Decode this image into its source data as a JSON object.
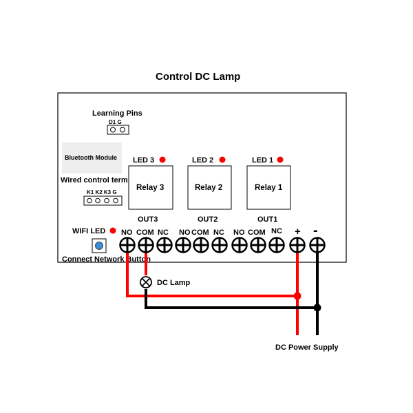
{
  "title": "Control DC Lamp",
  "board": {
    "learning_pins": {
      "label": "Learning Pins",
      "pins_label": "D1  G"
    },
    "bluetooth_module": "Bluetooth Module",
    "wired_terminals": {
      "label": "Wired control terminals",
      "pins_label": "K1 K2  K3  G"
    },
    "wifi_led": "WIFI LED",
    "connect_button": "Connect Network Button",
    "relays": [
      {
        "led": "LED 3",
        "name": "Relay 3",
        "out": "OUT3"
      },
      {
        "led": "LED 2",
        "name": "Relay 2",
        "out": "OUT2"
      },
      {
        "led": "LED 1",
        "name": "Relay 1",
        "out": "OUT1"
      }
    ],
    "terminal_groups": [
      {
        "no": "NO",
        "com": "COM",
        "nc": "NC"
      },
      {
        "no": "NO",
        "com": "COM",
        "nc": "NC"
      },
      {
        "no": "NO",
        "com": "COM",
        "nc": "NC"
      }
    ],
    "plus": "+",
    "minus": "-"
  },
  "lamp_label": "DC Lamp",
  "power_label": "DC Power Supply",
  "colors": {
    "led": "#ff0000",
    "wire_positive": "#ff0000",
    "wire_negative": "#000000",
    "button": "#3b8ed8",
    "module_bg": "#eeeeee"
  }
}
